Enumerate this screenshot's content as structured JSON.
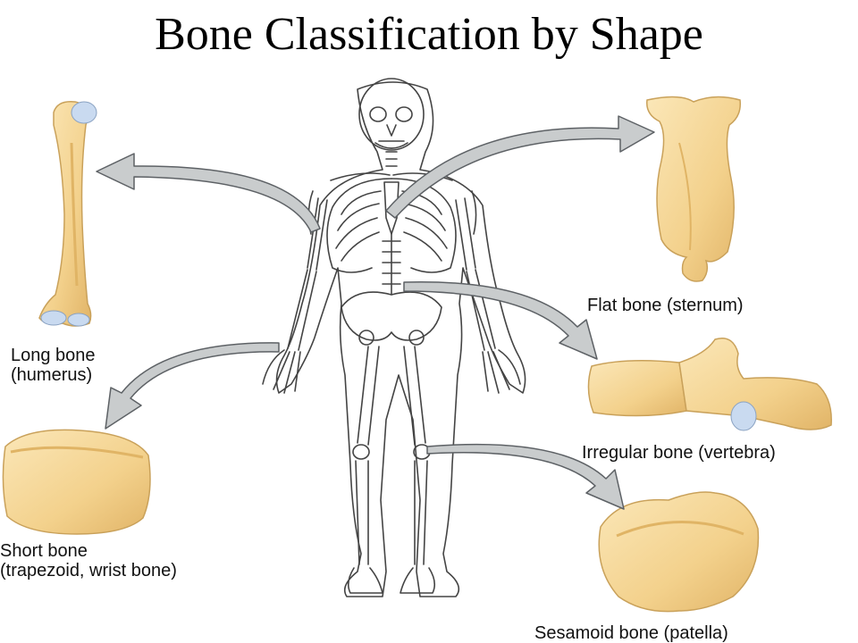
{
  "title": "Bone Classification by Shape",
  "labels": {
    "long": {
      "line1": "Long bone",
      "line2": "(humerus)"
    },
    "short": {
      "line1": "Short bone",
      "line2": "(trapezoid, wrist bone)"
    },
    "flat": {
      "line1": "Flat bone (sternum)"
    },
    "irregular": {
      "line1": "Irregular bone (vertebra)"
    },
    "sesamoid": {
      "line1": "Sesamoid bone (patella)"
    }
  },
  "colors": {
    "bone_fill": "#f6d99a",
    "bone_shadow": "#e0b465",
    "cartilage": "#c9daf0",
    "arrow_fill": "#c9cccd",
    "arrow_stroke": "#5d6165",
    "skeleton_stroke": "#444444"
  }
}
